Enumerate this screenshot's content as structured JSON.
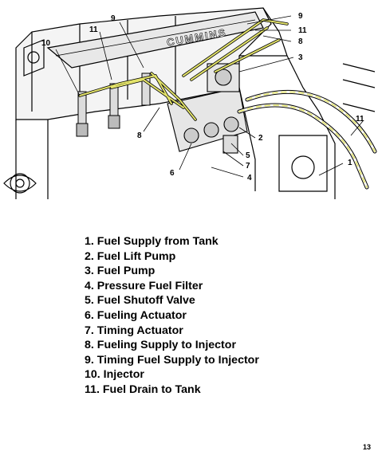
{
  "diagram": {
    "engine_brand_text": "CUMMINS",
    "callout_numbers": [
      "9",
      "11",
      "10",
      "9",
      "11",
      "8",
      "3",
      "8",
      "2",
      "5",
      "7",
      "6",
      "4",
      "11",
      "1"
    ],
    "colors": {
      "fuel_line": "#e3e36a",
      "linework": "#000000",
      "background": "#ffffff"
    }
  },
  "legend": {
    "items": [
      "1. Fuel Supply from Tank",
      "2. Fuel Lift Pump",
      "3. Fuel Pump",
      "4. Pressure Fuel Filter",
      "5. Fuel Shutoff Valve",
      "6. Fueling Actuator",
      "7. Timing Actuator",
      "8. Fueling Supply to Injector",
      "9. Timing Fuel Supply to Injector",
      "10. Injector",
      "11. Fuel Drain to Tank"
    ]
  },
  "page_number": "13"
}
